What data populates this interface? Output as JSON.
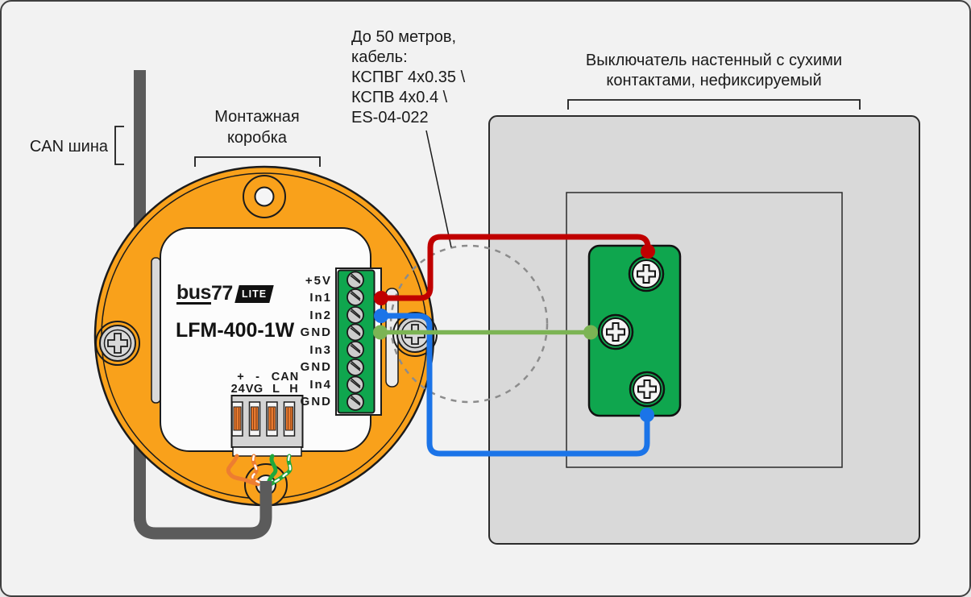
{
  "diagram": {
    "can_bus_label": "CAN шина",
    "mounting_box_line1": "Монтажная",
    "mounting_box_line2": "коробка",
    "cable_note_lines": [
      "До 50 метров,",
      "кабель:",
      "КСПВГ 4x0.35 \\",
      "КСПВ 4x0.4 \\",
      "ES-04-022"
    ],
    "switch_note_line1": "Выключатель настенный с сухими",
    "switch_note_line2": "контактами, нефиксируемый"
  },
  "device": {
    "brand_prefix": "bus",
    "brand_suffix": "77",
    "brand_badge": "LITE",
    "model": "LFM-400-1W",
    "input_terminals": [
      "+5V",
      "In1",
      "In2",
      "GND",
      "In3",
      "GND",
      "In4",
      "GND"
    ],
    "bus_terminal_row1": [
      "+",
      "-",
      "CAN"
    ],
    "bus_terminal_row2": [
      "24V",
      "G",
      "L",
      "H"
    ]
  },
  "colors": {
    "device_body": "#F9A11B",
    "terminal_green": "#0FA64E",
    "wire_red": "#C00000",
    "wire_blue": "#1B74E8",
    "wire_green": "#7CB454",
    "twisted_orange": "#ED7D31",
    "twisted_green": "#1FA83C",
    "can_trunk_gray": "#5B5B5B",
    "plate_gray": "#D9D9D9"
  }
}
